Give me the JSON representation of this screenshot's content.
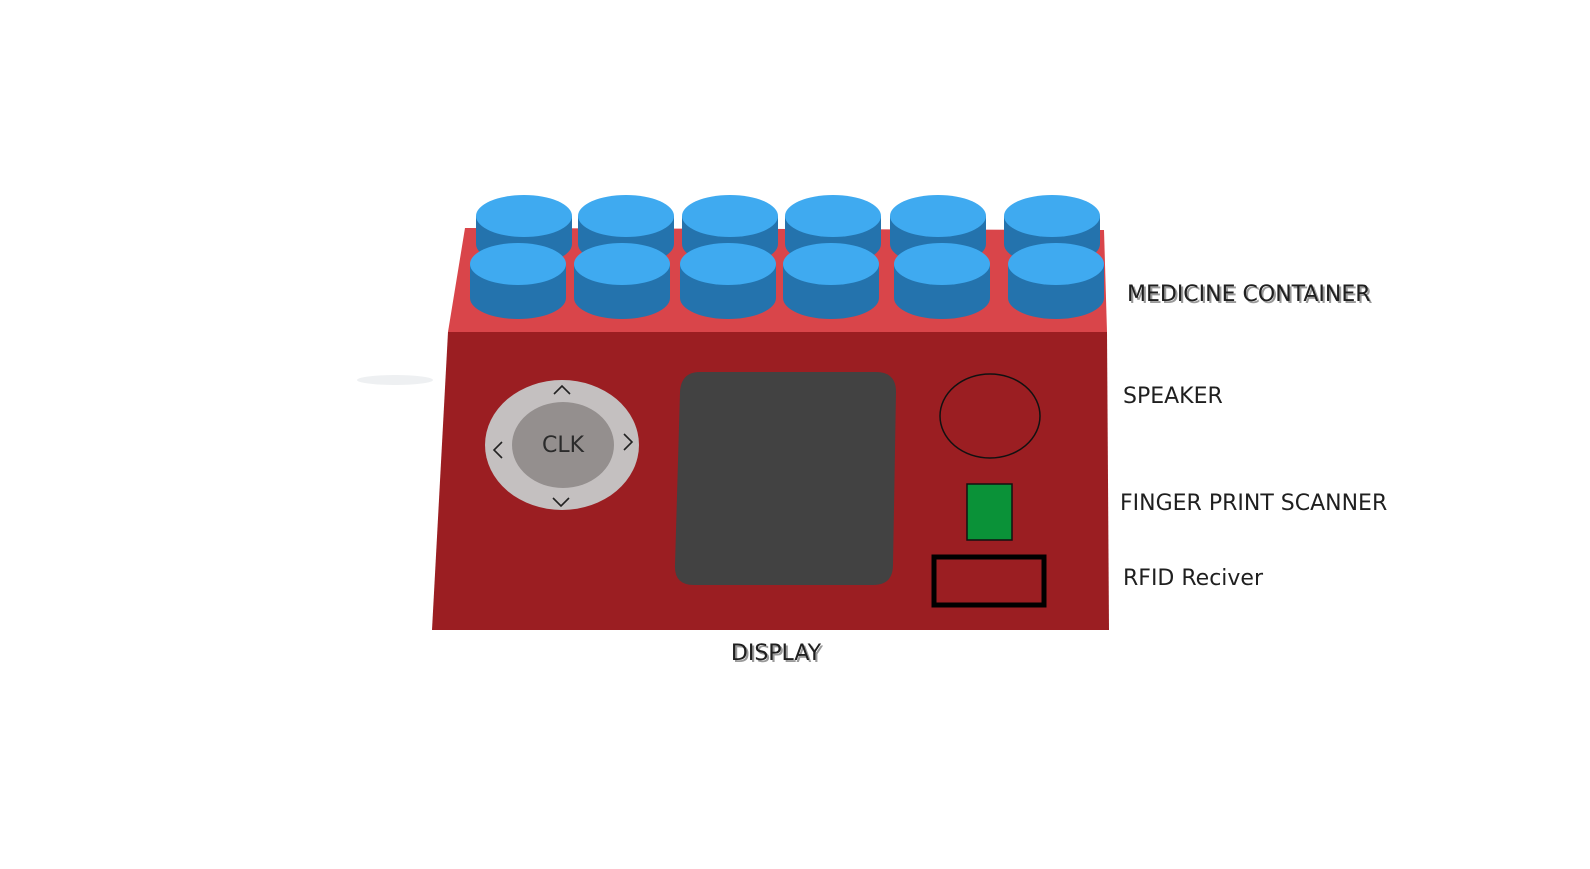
{
  "labels": {
    "medicine_container": "MEDICINE CONTAINER",
    "speaker": "SPEAKER",
    "finger_print_scanner": "FINGER PRINT SCANNER",
    "rfid_receiver": "RFID Reciver",
    "display": "DISPLAY"
  },
  "control_pad": {
    "center_label": "CLK"
  },
  "containers": {
    "rows": 2,
    "per_row": 6
  },
  "colors": {
    "body_front": "#9b1e22",
    "body_top": "#d9454a",
    "cap_top": "#3faaf0",
    "cap_side": "#2473ad",
    "display_screen": "#424242",
    "pad_outer": "#c4c0c0",
    "pad_inner": "#948f8e",
    "fingerprint_scanner": "#0a9238",
    "outline": "#111111"
  }
}
